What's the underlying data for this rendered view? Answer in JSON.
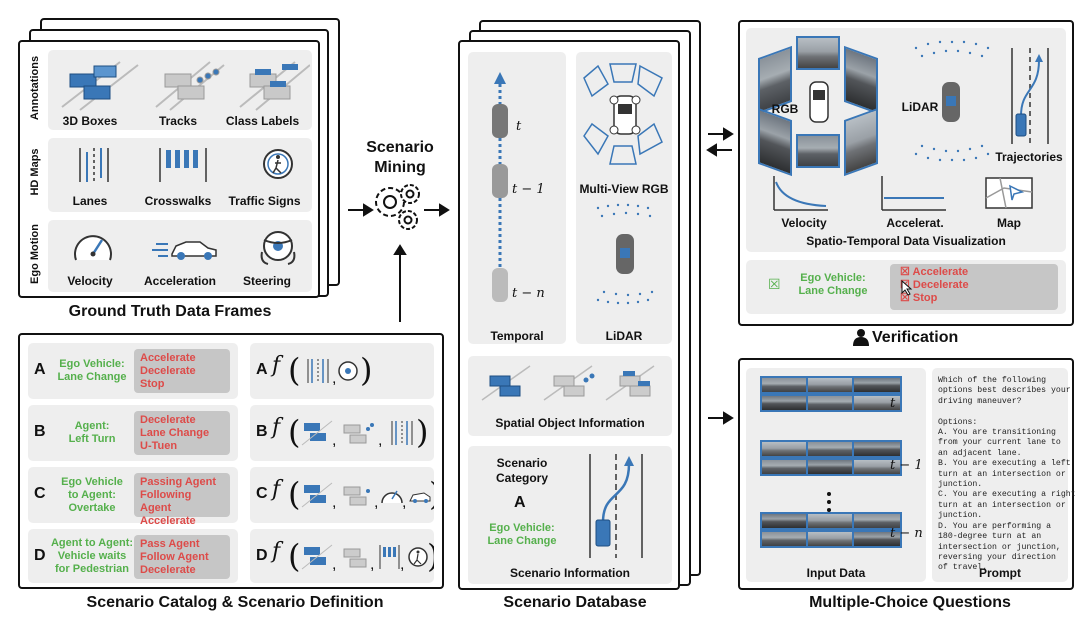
{
  "ground_truth": {
    "title": "Ground Truth Data Frames",
    "rows": [
      {
        "label": "Annotations",
        "items": [
          "3D Boxes",
          "Tracks",
          "Class Labels"
        ]
      },
      {
        "label": "HD Maps",
        "items": [
          "Lanes",
          "Crosswalks",
          "Traffic Signs"
        ]
      },
      {
        "label": "Ego Motion",
        "items": [
          "Velocity",
          "Acceleration",
          "Steering"
        ]
      }
    ]
  },
  "mining": {
    "title": "Scenario Mining"
  },
  "catalog": {
    "title": "Scenario Catalog &  Scenario Definition",
    "rows": [
      {
        "letter": "A",
        "subject": "Ego Vehicle:\nLane Change",
        "options": [
          "Accelerate",
          "Decelerate",
          "Stop"
        ],
        "fn": "A"
      },
      {
        "letter": "B",
        "subject": "Agent:\nLeft Turn",
        "options": [
          "Decelerate",
          "Lane Change",
          "U-Tuen"
        ],
        "fn": "B"
      },
      {
        "letter": "C",
        "subject": "Ego Vehicle\nto Agent:\nOvertake",
        "options": [
          "Passing Agent",
          "Following Agent",
          "Accelerate"
        ],
        "fn": "C"
      },
      {
        "letter": "D",
        "subject": "Agent to Agent:\nVehicle waits\nfor Pedestrian",
        "options": [
          "Pass Agent",
          "Follow Agent",
          "Decelerate"
        ],
        "fn": "D"
      }
    ],
    "f_symbol": "f"
  },
  "database": {
    "title": "Scenario Database",
    "temporal_label": "Temporal",
    "t_labels": [
      "t",
      "t − 1",
      "t − n"
    ],
    "multiview_label": "Multi-View RGB",
    "lidar_label": "LiDAR",
    "spatial_label": "Spatial Object Information",
    "scenario_info_label": "Scenario Information",
    "scenario_category": "Scenario\nCategory",
    "category_letter": "A",
    "category_subject": "Ego Vehicle:\nLane Change"
  },
  "verification": {
    "title": "Verification",
    "rgb_label": "RGB",
    "lidar_label": "LiDAR",
    "trajectories_label": "Trajectories",
    "velocity_label": "Velocity",
    "accel_label": "Accelerat.",
    "map_label": "Map",
    "viz_label": "Spatio-Temporal Data Visualization",
    "check_icon": "☒",
    "subject": "Ego Vehicle:\nLane Change",
    "options": [
      "Accelerate",
      "Decelerate",
      "Stop"
    ]
  },
  "mcq": {
    "title": "Multiple-Choice Questions",
    "input_label": "Input Data",
    "prompt_label": "Prompt",
    "t_labels": [
      "t",
      "t − 1",
      "t − n"
    ],
    "prompt_text": "Which of the following\noptions best describes your\ndriving maneuver?\n\nOptions:\nA. You are transitioning\nfrom your current lane to\nan adjacent lane.\nB. You are executing a left\nturn at an intersection or\njunction.\nC. You are executing a right\nturn at an intersection or\njunction.\nD. You are performing a\n180-degree turn at an\nintersection or junction,\nreversing your direction\nof travel."
  },
  "colors": {
    "green": "#55b04c",
    "red": "#dd4b49",
    "blue": "#3a77b7"
  }
}
